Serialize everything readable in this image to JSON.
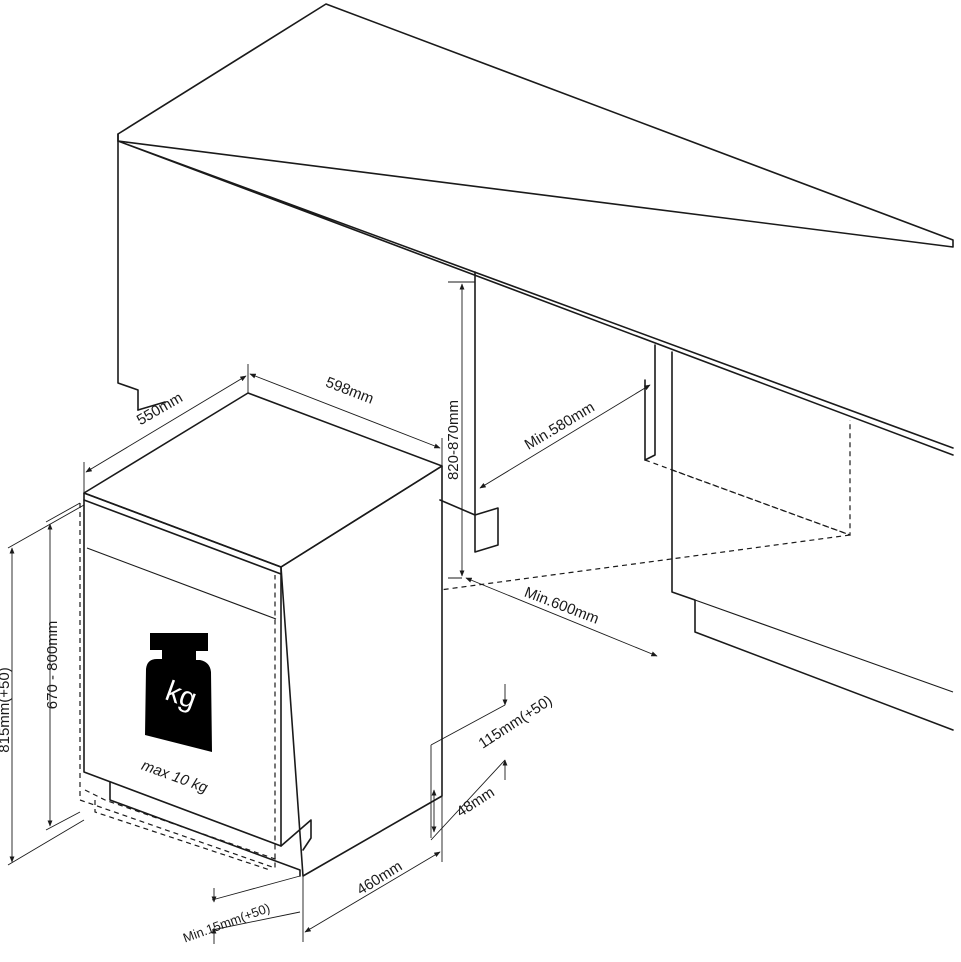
{
  "dimensions": {
    "width": "598mm",
    "depth": "550mm",
    "cabinet_height": "820-870mm",
    "min_opening_depth": "Min.580mm",
    "min_opening_width": "Min.600mm",
    "appliance_height": "815mm(+50)",
    "door_height": "670 - 800mm",
    "plinth_height": "115mm(+50)",
    "plinth_offset": "48mm",
    "base_depth": "460mm",
    "min_door_gap": "Min.15mm(+50)"
  },
  "weight_badge": {
    "icon": "kg-weight-icon",
    "unit": "kg",
    "caption": "max 10 kg"
  },
  "colors": {
    "line": "#1a1a1a",
    "background": "#ffffff",
    "icon_fill": "#000000"
  }
}
